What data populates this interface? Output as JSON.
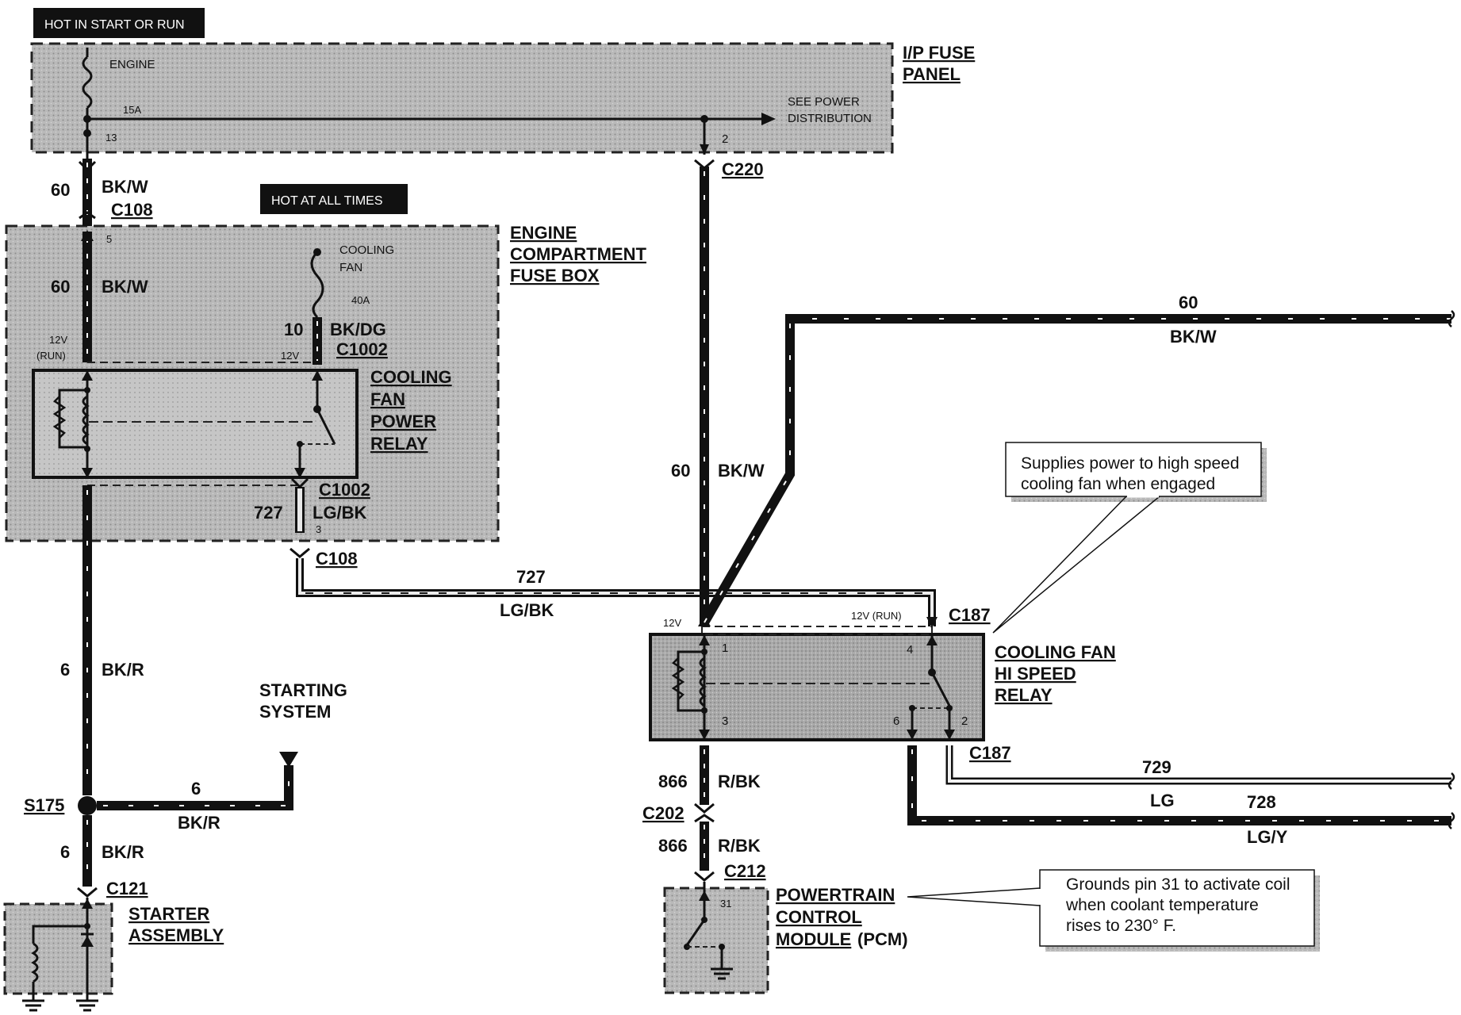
{
  "tags": {
    "hot_start_run": "HOT IN START OR RUN",
    "hot_all_times": "HOT AT ALL TIMES"
  },
  "ip_fuse_panel": {
    "title_line1": "I/P FUSE",
    "title_line2": "PANEL",
    "fuse_name": "ENGINE",
    "fuse_rating": "15A",
    "fuse_number": "13",
    "see_power_line1": "SEE POWER",
    "see_power_line2": "DISTRIBUTION",
    "pin": "2"
  },
  "engine_fuse_box": {
    "title_line1": "ENGINE",
    "title_line2": "COMPARTMENT",
    "title_line3": "FUSE BOX",
    "fuse_name_line1": "COOLING",
    "fuse_name_line2": "FAN",
    "fuse_rating": "40A",
    "pin_5": "5",
    "label_12v_run_1": "12V",
    "label_12v_run_2": "(RUN)",
    "label_12v": "12V",
    "pin_3": "3"
  },
  "power_relay": {
    "line1": "COOLING",
    "line2": "FAN",
    "line3": "POWER",
    "line4": "RELAY"
  },
  "hi_speed_relay": {
    "line1": "COOLING FAN",
    "line2": "HI SPEED",
    "line3": "RELAY",
    "pin1": "1",
    "pin2": "2",
    "pin3": "3",
    "pin4": "4",
    "pin6": "6",
    "label_12v": "12V",
    "label_12v_run": "12V (RUN)"
  },
  "pcm": {
    "line1": "POWERTRAIN",
    "line2": "CONTROL",
    "line3": "MODULE",
    "line3_suffix": "(PCM)",
    "pin": "31"
  },
  "starter": {
    "line1": "STARTER",
    "line2": "ASSEMBLY"
  },
  "starting_system": {
    "line1": "STARTING",
    "line2": "SYSTEM"
  },
  "connectors": {
    "c108_top": "C108",
    "c1002_top": "C1002",
    "c1002_bottom": "C1002",
    "c108_bottom": "C108",
    "c220": "C220",
    "c187_top": "C187",
    "c187_bottom": "C187",
    "c202": "C202",
    "c212": "C212",
    "c121": "C121",
    "s175": "S175"
  },
  "wires": {
    "w60_top_num": "60",
    "w60_top_col": "BK/W",
    "w60_box_num": "60",
    "w60_box_col": "BK/W",
    "w10_num": "10",
    "w10_col": "BK/DG",
    "w727_box_num": "727",
    "w727_box_col": "LG/BK",
    "w727_run_num": "727",
    "w727_run_col": "LG/BK",
    "w60_mid_num": "60",
    "w60_mid_col": "BK/W",
    "w60_right_num": "60",
    "w60_right_col": "BK/W",
    "w6_left_num": "6",
    "w6_left_col": "BK/R",
    "w6_branch_num": "6",
    "w6_branch_col": "BK/R",
    "w6_lower_num": "6",
    "w6_lower_col": "BK/R",
    "w866_a_num": "866",
    "w866_a_col": "R/BK",
    "w866_b_num": "866",
    "w866_b_col": "R/BK",
    "w729_num": "729",
    "w729_col": "LG",
    "w728_num": "728",
    "w728_col": "LG/Y"
  },
  "callouts": {
    "hi_speed_line1": "Supplies power to high speed",
    "hi_speed_line2": "cooling fan when engaged",
    "pcm_line1": "Grounds pin 31 to activate coil",
    "pcm_line2": "when    coolant    temperature",
    "pcm_line3": "rises to 230° F."
  }
}
